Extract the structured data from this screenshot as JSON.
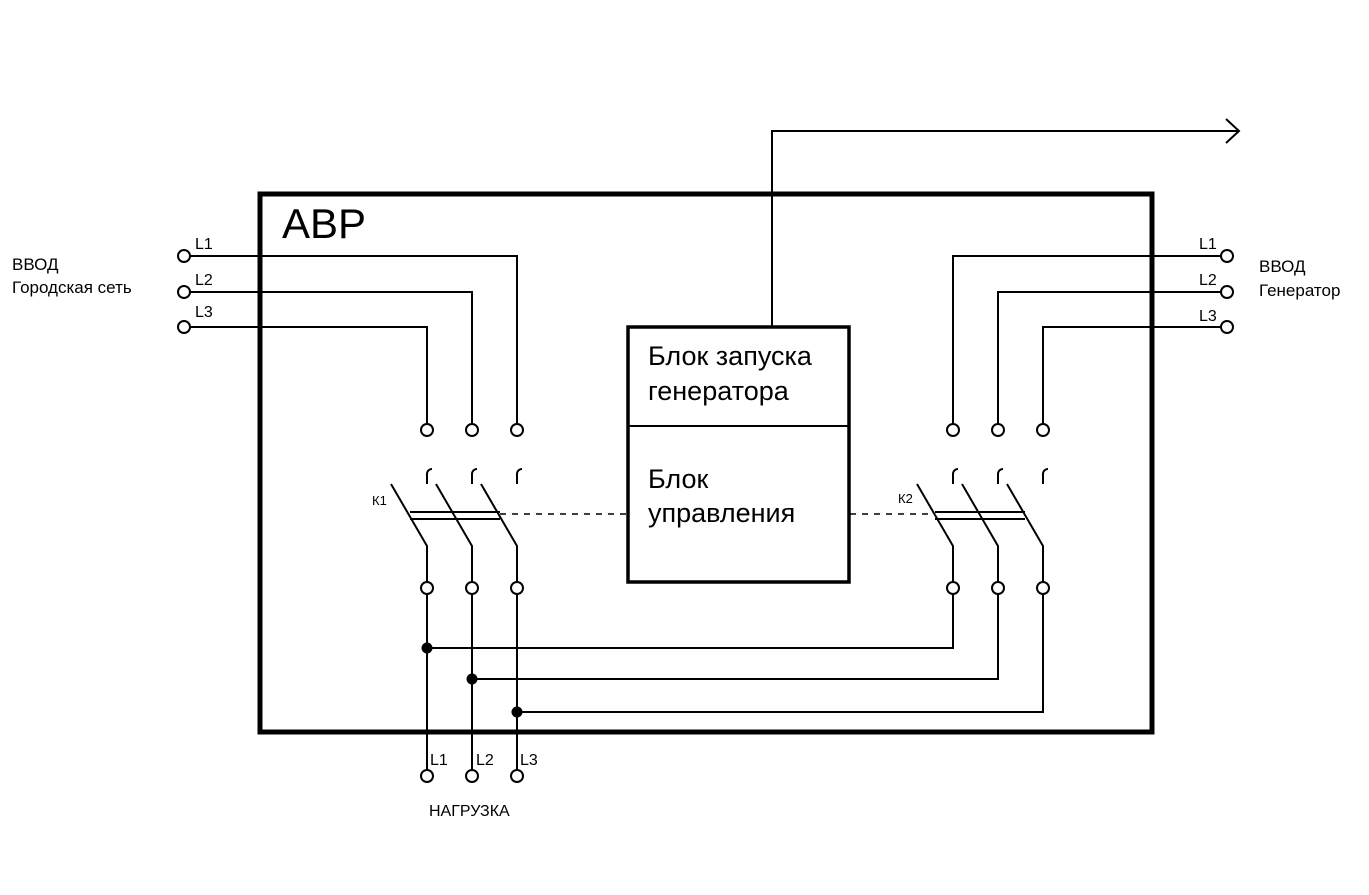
{
  "abr_title": "АВР",
  "input_city": {
    "title": "ВВОД",
    "subtitle": "Городская сеть",
    "phases": [
      "L1",
      "L2",
      "L3"
    ]
  },
  "input_generator": {
    "title": "ВВОД",
    "subtitle": "Генератор",
    "phases": [
      "L1",
      "L2",
      "L3"
    ]
  },
  "generator_start_block": {
    "line1": "Блок запуска",
    "line2": "генератора"
  },
  "control_block": {
    "line1": "Блок",
    "line2": "управления"
  },
  "contactor_k1": "К1",
  "contactor_k2": "К2",
  "load": {
    "label": "НАГРУЗКА",
    "phases": [
      "L1",
      "L2",
      "L3"
    ]
  }
}
